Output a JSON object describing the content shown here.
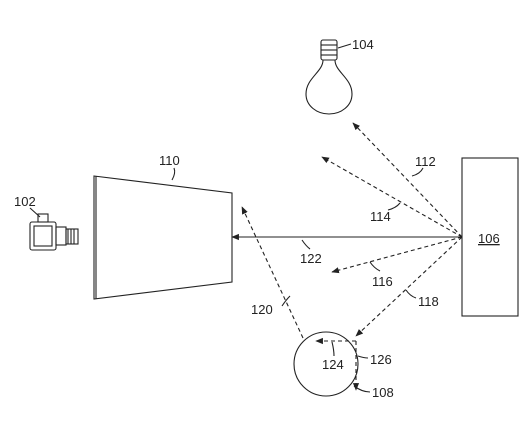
{
  "labels": {
    "camera": "102",
    "bulb": "104",
    "panel": "106",
    "sphere": "108",
    "screen": "110",
    "ray_112": "112",
    "ray_114": "114",
    "ray_116": "116",
    "ray_118": "118",
    "ray_120": "120",
    "ray_122": "122",
    "inner_124": "124",
    "inner_126": "126"
  }
}
